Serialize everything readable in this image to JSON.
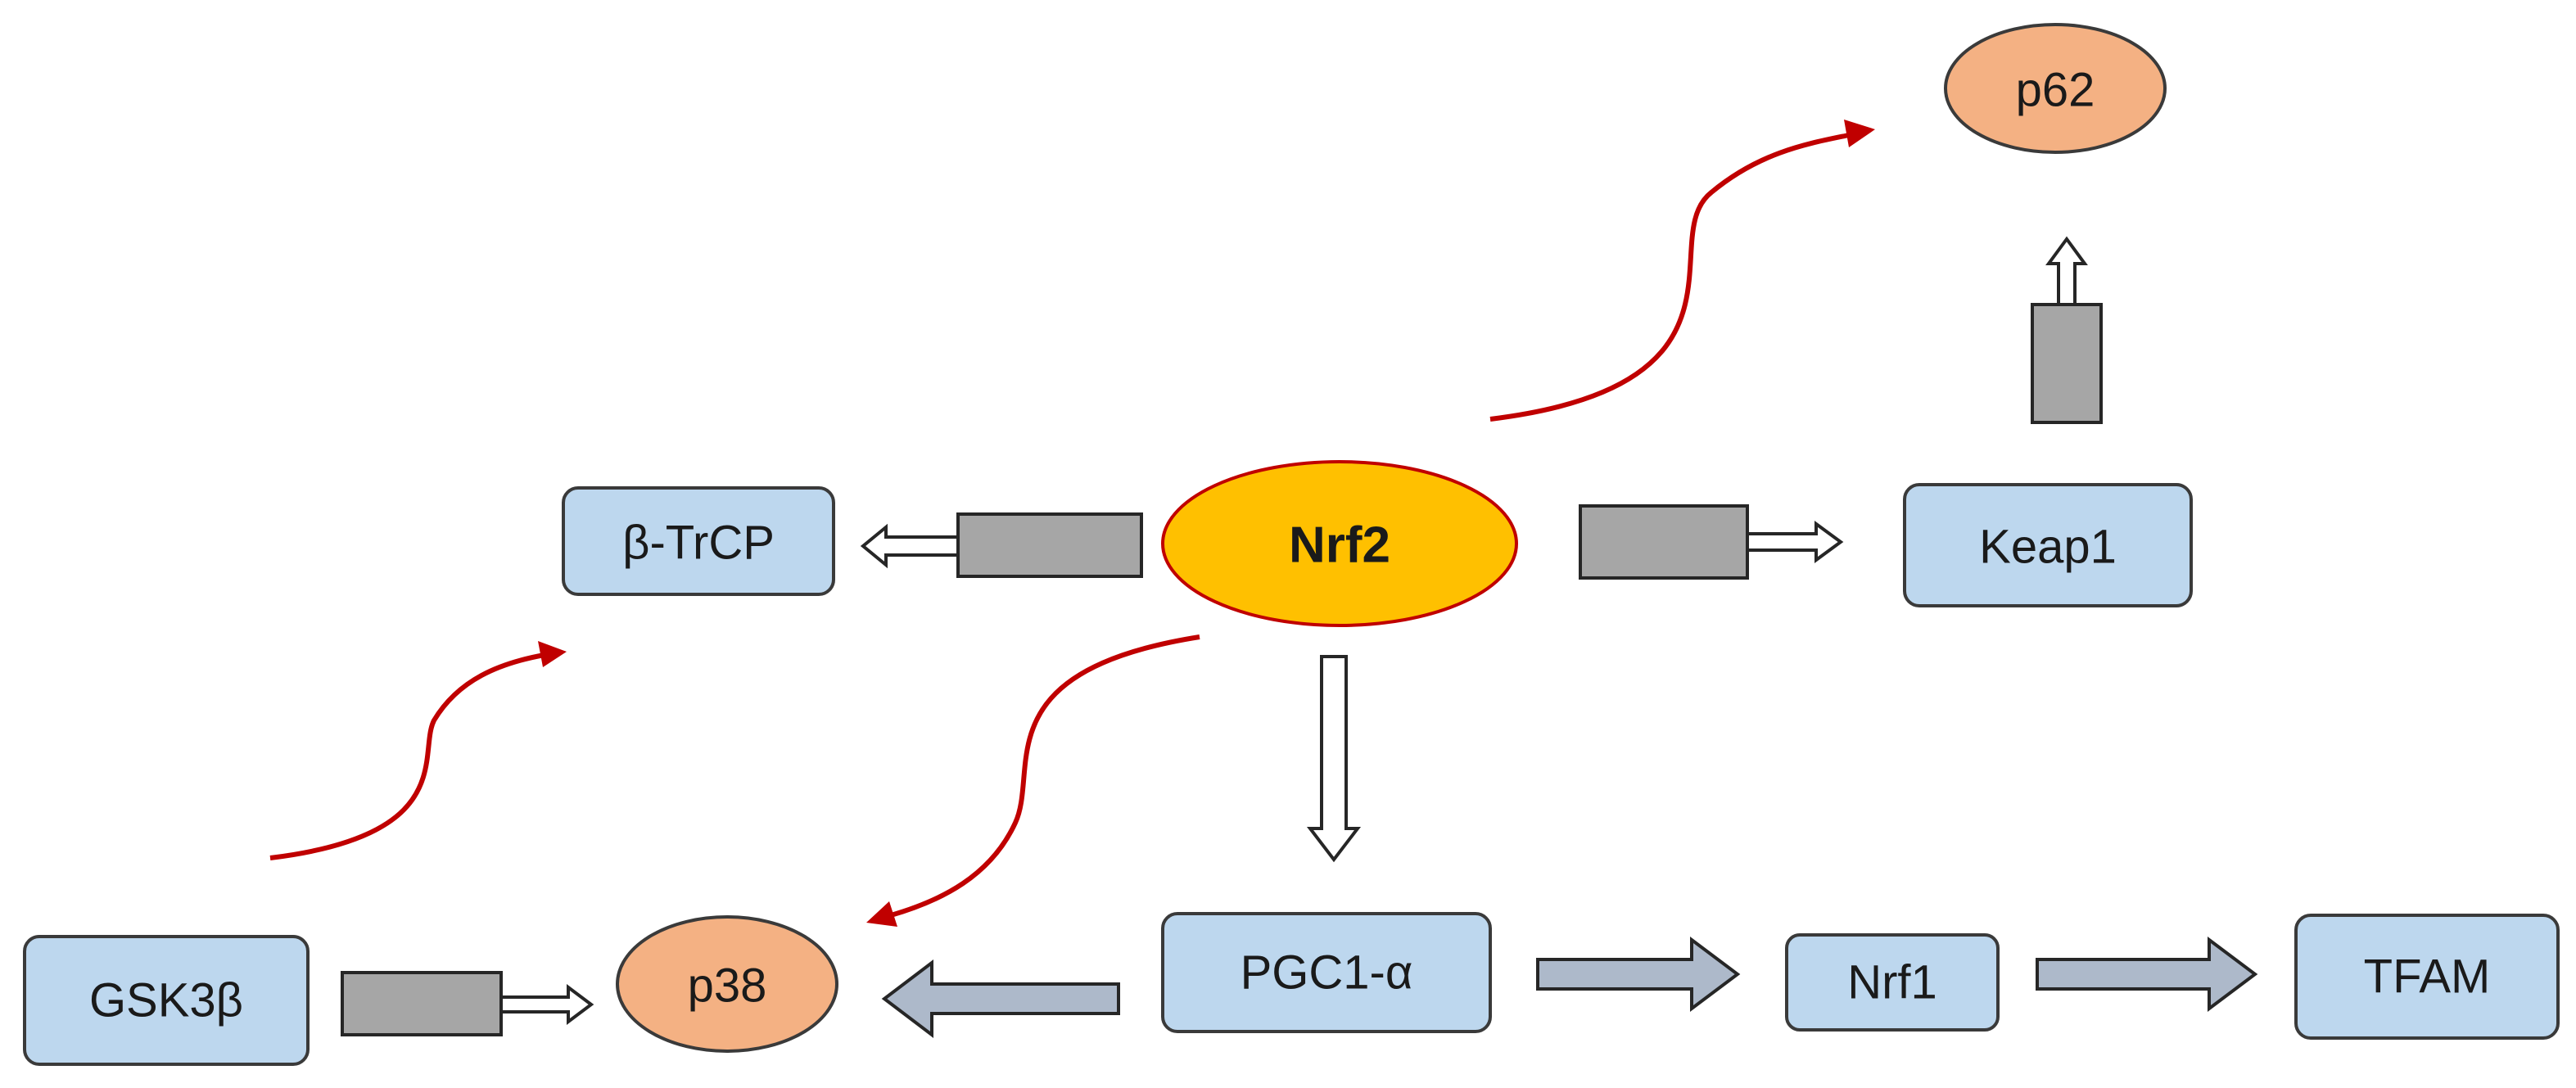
{
  "nodes": {
    "p62": "p62",
    "beta_trcp": "β-TrCP",
    "nrf2": "Nrf2",
    "keap1": "Keap1",
    "gsk3b": "GSK3β",
    "p38": "p38",
    "pgc1a": "PGC1-α",
    "nrf1": "Nrf1",
    "tfam": "TFAM"
  },
  "colors": {
    "box_fill": "#bdd7ee",
    "oval_fill": "#f4b183",
    "nrf2_fill": "#ffc000",
    "nrf2_border": "#c00000",
    "curve_arrow": "#c00000",
    "gray_bar": "#a6a6a6",
    "blue_arrow": "#adb9ca"
  }
}
